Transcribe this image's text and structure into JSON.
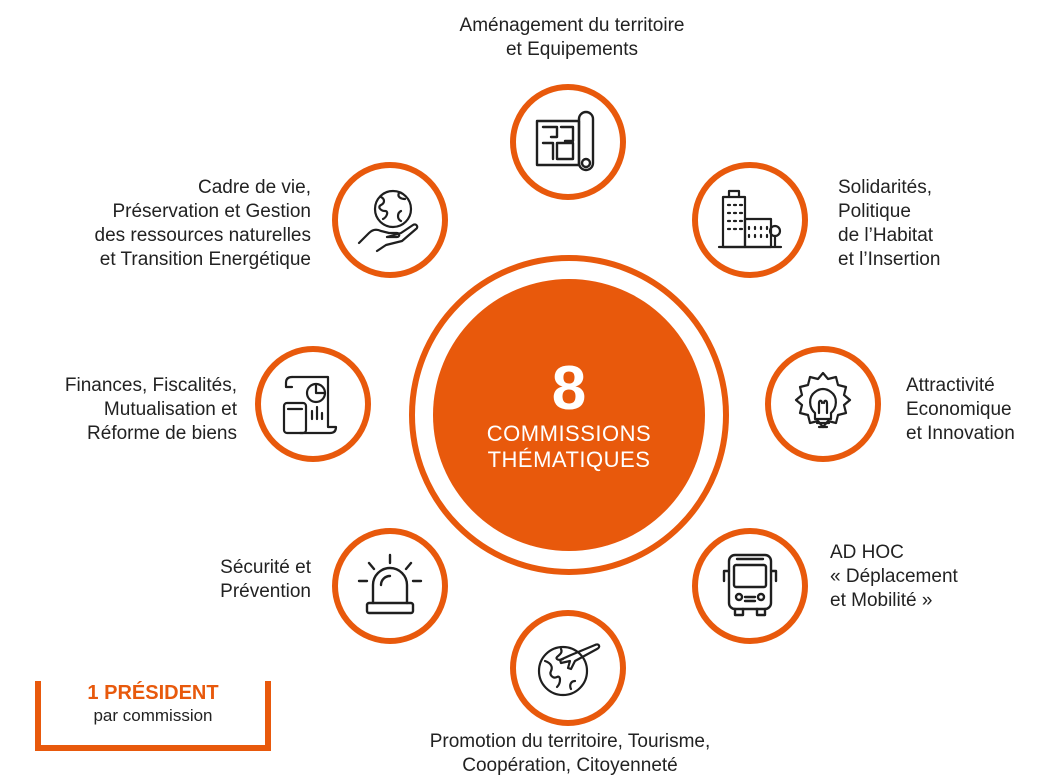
{
  "center": {
    "number": "8",
    "line1": "COMMISSIONS",
    "line2": "THÉMATIQUES"
  },
  "commissions": [
    {
      "lines": [
        "Aménagement du territoire",
        "et Equipements"
      ],
      "icon": "blueprint-icon"
    },
    {
      "lines": [
        "Solidarités,",
        "Politique",
        "de l’Habitat",
        "et l’Insertion"
      ],
      "icon": "buildings-icon"
    },
    {
      "lines": [
        "Attractivité",
        "Economique",
        "et Innovation"
      ],
      "icon": "lightbulb-gear-icon"
    },
    {
      "lines": [
        "AD HOC",
        "« Déplacement",
        "et Mobilité »"
      ],
      "icon": "bus-icon"
    },
    {
      "lines": [
        "Promotion du territoire, Tourisme,",
        "Coopération, Citoyenneté"
      ],
      "icon": "globe-plane-icon"
    },
    {
      "lines": [
        "Sécurité et",
        "Prévention"
      ],
      "icon": "alarm-light-icon"
    },
    {
      "lines": [
        "Finances, Fiscalités,",
        "Mutualisation et",
        "Réforme de biens"
      ],
      "icon": "finance-document-icon"
    },
    {
      "lines": [
        "Cadre de vie,",
        "Préservation et Gestion",
        "des ressources naturelles",
        "et Transition Energétique"
      ],
      "icon": "hand-globe-icon"
    }
  ],
  "president": {
    "title": "1 PRÉSIDENT",
    "subtitle": "par commission"
  },
  "colors": {
    "accent": "#e8590c",
    "icon_stroke": "#1f1f1f",
    "text": "#222222"
  }
}
